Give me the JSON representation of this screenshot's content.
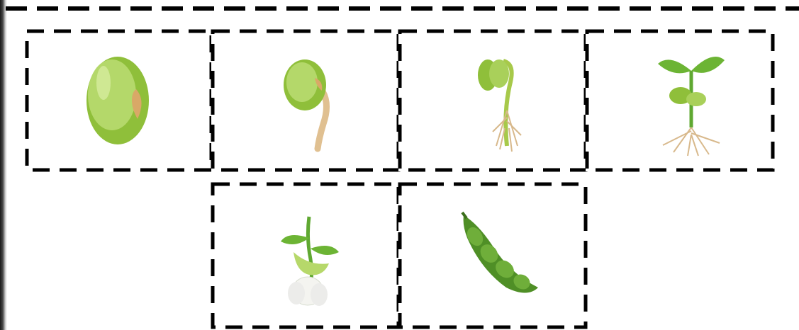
{
  "worksheet": {
    "title": "",
    "cards": [
      {
        "stage": "seed",
        "icon": "bean-seed-icon"
      },
      {
        "stage": "germination",
        "icon": "sprouting-seed-icon"
      },
      {
        "stage": "seedling-emerging",
        "icon": "seedling-icon"
      },
      {
        "stage": "young-plant",
        "icon": "young-plant-icon"
      },
      {
        "stage": "flowering",
        "icon": "bean-flower-icon"
      },
      {
        "stage": "pod",
        "icon": "bean-pod-icon"
      }
    ],
    "colors": {
      "dash": "#000000",
      "seed_green": "#9cc84a",
      "seed_dark": "#6f9a2c",
      "root": "#e3c79c",
      "leaf": "#5fa831",
      "pod": "#4f8f26",
      "petal": "#f4f4f0"
    }
  }
}
